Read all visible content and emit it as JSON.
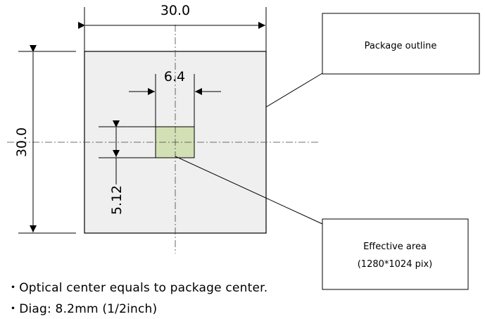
{
  "dimensions": {
    "package_width": "30.0",
    "package_height": "30.0",
    "area_width": "6.4",
    "area_height": "5.12"
  },
  "callouts": {
    "package": {
      "label": "Package outline"
    },
    "effective": {
      "label": "Effective area",
      "sublabel": "(1280*1024 pix)"
    }
  },
  "notes": [
    "・Optical center equals to package center.",
    "・Diag: 8.2mm (1/2inch)"
  ],
  "colors": {
    "package_fill": "#efefef",
    "effective_fill": "#d3e0b5",
    "line": "#000000"
  }
}
